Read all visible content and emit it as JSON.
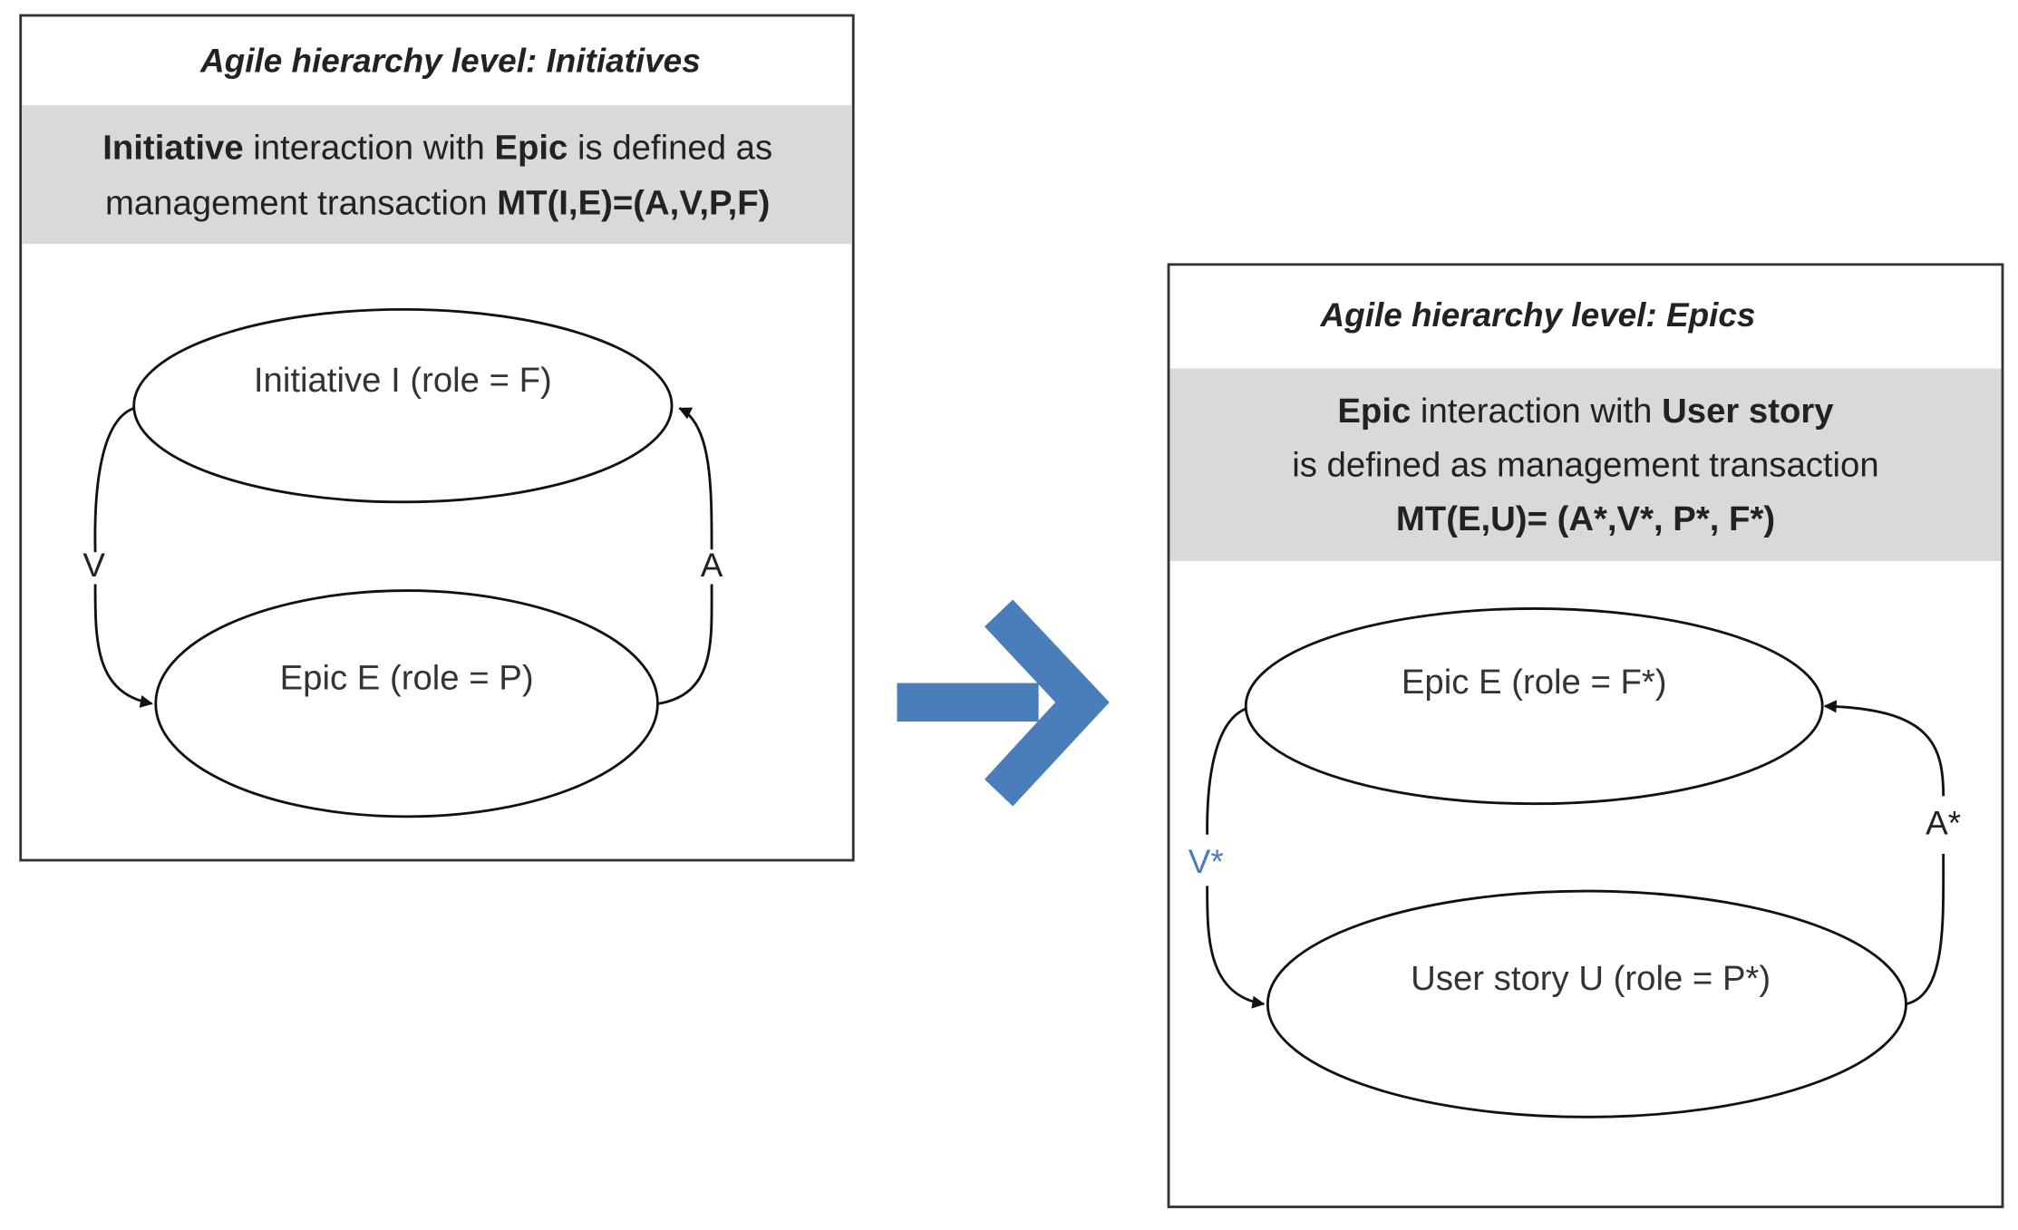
{
  "left_panel": {
    "title": "Agile hierarchy level: Initiatives",
    "line1": [
      {
        "text": "Initiative",
        "bold": true
      },
      {
        "text": " interaction with ",
        "bold": false
      },
      {
        "text": "Epic",
        "bold": true
      },
      {
        "text": " is defined as",
        "bold": false
      }
    ],
    "line2": [
      {
        "text": "management transaction ",
        "bold": false
      },
      {
        "text": "MT(I,E)=(A,V,P,F)",
        "bold": true
      }
    ],
    "node_top": "Initiative I (role = F)",
    "node_bottom": "Epic E (role = P)",
    "edge_left": "V",
    "edge_right": "A"
  },
  "right_panel": {
    "title": "Agile hierarchy level: Epics",
    "line1": [
      {
        "text": "Epic",
        "bold": true
      },
      {
        "text": " interaction with ",
        "bold": false
      },
      {
        "text": "User story",
        "bold": true
      }
    ],
    "line2": [
      {
        "text": "is defined as management transaction",
        "bold": false
      }
    ],
    "line3": [
      {
        "text": "MT(E,U)= (A*,V*, P*, F*)",
        "bold": true
      }
    ],
    "node_top": "Epic E (role = F*)",
    "node_bottom": "User story U (role = P*)",
    "edge_left": "V*",
    "edge_right": "A*"
  },
  "colors": {
    "arrow": "#4a7ebb",
    "band": "#d9d9d9",
    "edge_left_right_panel": "#4a7ebb"
  }
}
